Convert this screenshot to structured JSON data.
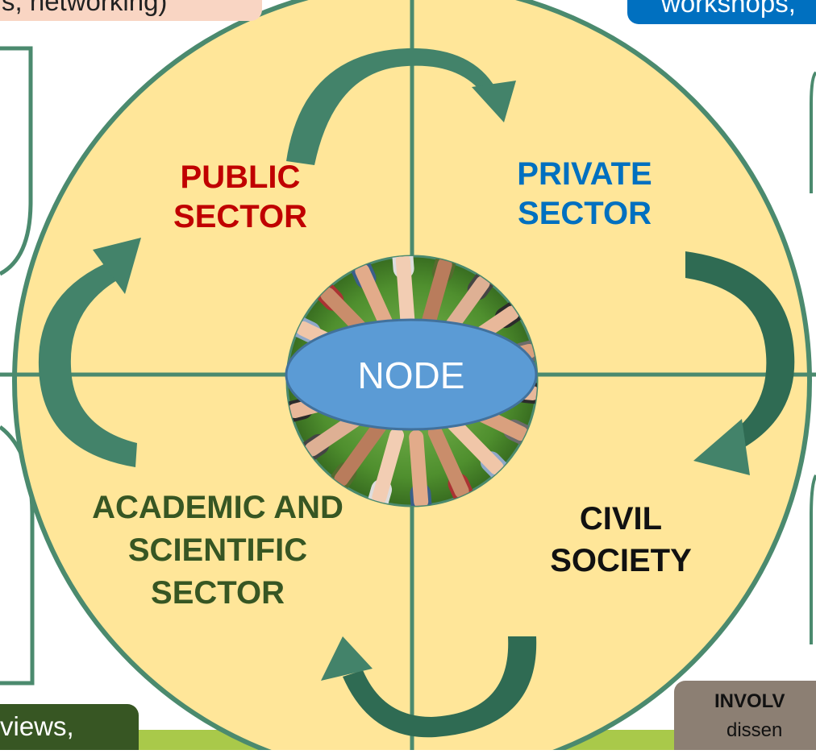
{
  "top_left_tag": {
    "text": "s, networking)",
    "bg": "#f9d5c3"
  },
  "top_right_tag": {
    "text": "workshops,",
    "bg": "#0070c0"
  },
  "bottom_left_tag": {
    "text": "views,",
    "bg": "#375623"
  },
  "bottom_right_tag": {
    "line1": "INVOLV",
    "line2": "dissen",
    "bg": "#8c7f73"
  },
  "sectors": {
    "public": {
      "line1": "PUBLIC",
      "line2": "SECTOR",
      "color": "#c00000"
    },
    "private": {
      "line1": "PRIVATE",
      "line2": "SECTOR",
      "color": "#0070c0"
    },
    "academic": {
      "line1": "ACADEMIC AND",
      "line2": "SCIENTIFIC",
      "line3": "SECTOR",
      "color": "#375623"
    },
    "civil": {
      "line1": "CIVIL",
      "line2": "SOCIETY",
      "color": "#111111"
    }
  },
  "node": {
    "label": "NODE",
    "color": "#5b9bd5"
  },
  "colors": {
    "circle_fill": "#ffe699",
    "circle_stroke": "#4b8a6e",
    "arrow": "#43836a",
    "arrow_dark": "#2f6b53",
    "bottom_bar": "#a9c94a"
  }
}
